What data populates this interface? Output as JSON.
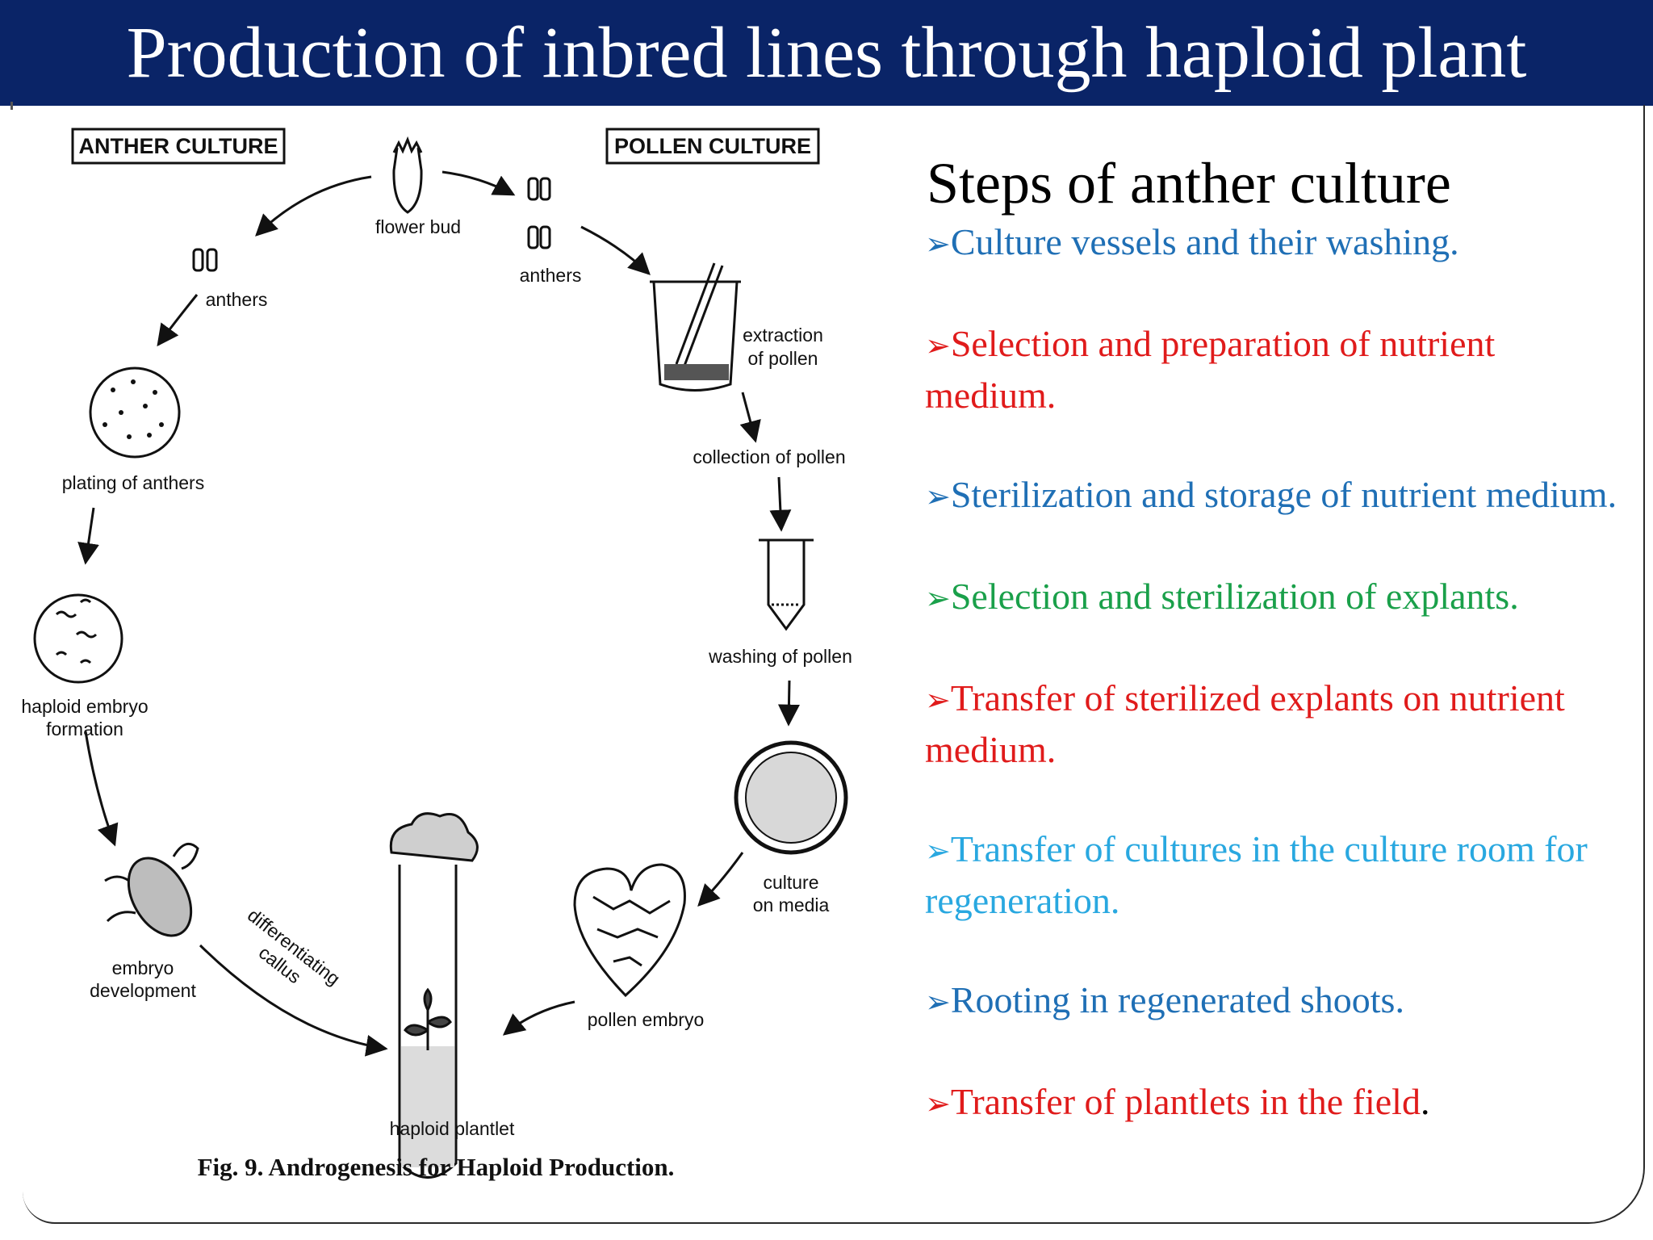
{
  "title": "Production of inbred lines through haploid plant",
  "diagram": {
    "box_labels": {
      "anther_culture": "ANTHER CULTURE",
      "pollen_culture": "POLLEN CULTURE"
    },
    "labels": {
      "flower_bud": "flower bud",
      "anthers_left": "anthers",
      "anthers_right": "anthers",
      "plating_of_anthers": "plating of anthers",
      "haploid_embryo_formation_1": "haploid embryo",
      "haploid_embryo_formation_2": "formation",
      "embryo_development_1": "embryo",
      "embryo_development_2": "development",
      "differentiating_callus_1": "differentiating",
      "differentiating_callus_2": "callus",
      "haploid_plantlet": "haploid plantlet",
      "extraction_of_pollen_1": "extraction",
      "extraction_of_pollen_2": "of pollen",
      "collection_of_pollen": "collection of pollen",
      "washing_of_pollen": "washing of pollen",
      "culture_on_media_1": "culture",
      "culture_on_media_2": "on media",
      "pollen_embryo": "pollen embryo"
    },
    "caption": "Fig. 9. Androgenesis for Haploid Production."
  },
  "steps": {
    "heading": "Steps of anther culture",
    "arrow_glyph": "➢",
    "items": [
      {
        "text": "Culture vessels and their washing.",
        "color": "#1f6fb5"
      },
      {
        "text": "Selection and preparation of nutrient medium.",
        "color": "#e01b1b"
      },
      {
        "text": "Sterilization and storage of nutrient medium.",
        "color": "#1f6fb5"
      },
      {
        "text": "Selection and sterilization of explants.",
        "color": "#1aa04a"
      },
      {
        "text": "Transfer of sterilized explants on nutrient medium.",
        "color": "#e01b1b"
      },
      {
        "text": "Transfer of cultures in the culture room for regeneration.",
        "color": "#29a8e0"
      },
      {
        "text": "Rooting in regenerated shoots.",
        "color": "#1f6fb5"
      },
      {
        "text": "Transfer of plantlets in the field",
        "color": "#e01b1b",
        "trailing_black": "."
      }
    ]
  },
  "colors": {
    "title_bar": "#0a2467",
    "title_text": "#ffffff"
  }
}
